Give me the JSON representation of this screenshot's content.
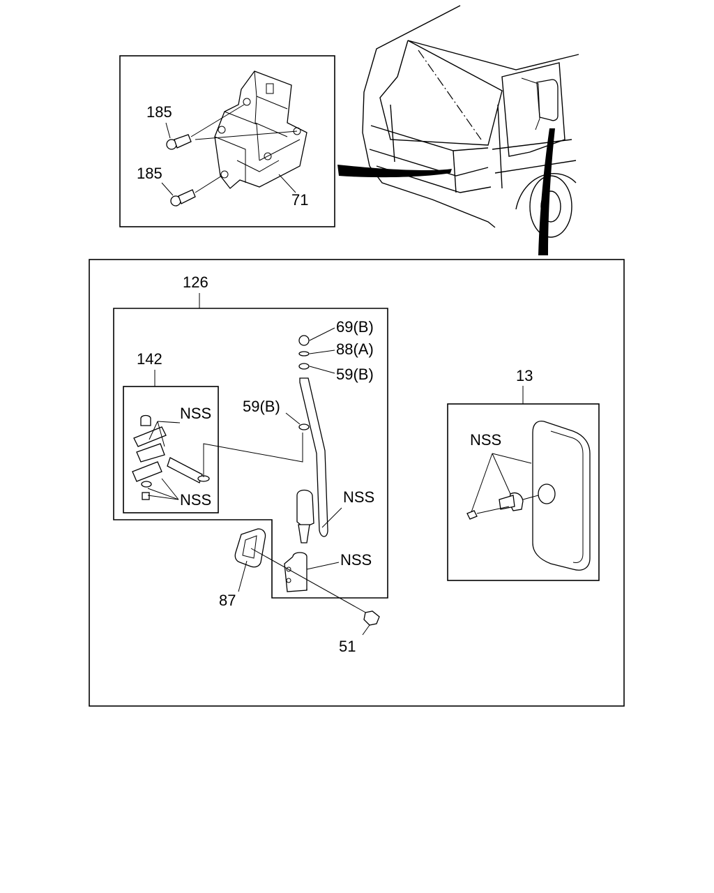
{
  "labels": {
    "p185a": "185",
    "p185b": "185",
    "p71": "71",
    "p126": "126",
    "p142": "142",
    "p69b": "69(B)",
    "p88a": "88(A)",
    "p59b_top": "59(B)",
    "p59b_mid": "59(B)",
    "nss_142_top": "NSS",
    "nss_142_bottom": "NSS",
    "nss_arm": "NSS",
    "nss_base": "NSS",
    "p87": "87",
    "p51": "51",
    "p13": "13",
    "nss_mirror": "NSS"
  }
}
